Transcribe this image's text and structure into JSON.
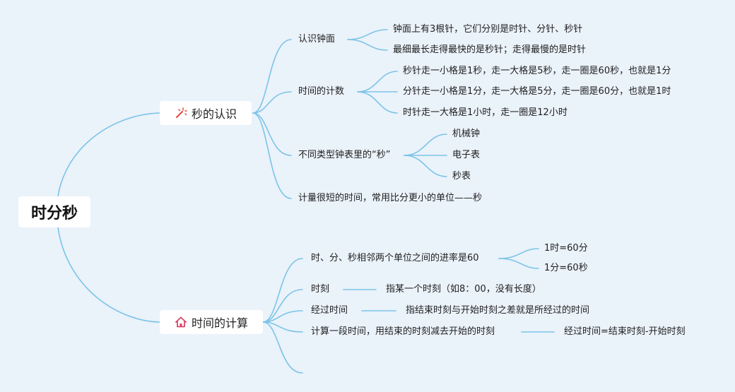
{
  "root": {
    "label": "时分秒"
  },
  "branch1": {
    "label": "秒的认识",
    "icon": "magic-wand-icon",
    "children": [
      {
        "label": "认识钟面",
        "children": [
          "钟面上有3根针，它们分别是时针、分针、秒针",
          "最细最长走得最快的是秒针；走得最慢的是时针"
        ]
      },
      {
        "label": "时间的计数",
        "children": [
          "秒针走一小格是1秒，走一大格是5秒，走一圈是60秒，也就是1分",
          "分针走一小格是1分，走一大格是5分，走一圈是60分，也就是1时",
          "时针走一大格是1小时，走一圈是12小时"
        ]
      },
      {
        "label": "不同类型钟表里的“秒”",
        "children": [
          "机械钟",
          "电子表",
          "秒表"
        ]
      },
      {
        "label": "计量很短的时间，常用比分更小的单位——秒"
      }
    ]
  },
  "branch2": {
    "label": "时间的计算",
    "icon": "house-icon",
    "children": [
      {
        "label": "时、分、秒相邻两个单位之间的进率是60",
        "children": [
          "1时=60分",
          "1分=60秒"
        ]
      },
      {
        "label": "时刻",
        "children": [
          "指某一个时刻（如8：00，没有长度）"
        ]
      },
      {
        "label": "经过时间",
        "children": [
          "指结束时刻与开始时刻之差就是所经过的时间"
        ]
      },
      {
        "label": "计算一段时间，用结束的时刻减去开始的时刻",
        "children": [
          "经过时间=结束时刻-开始时刻"
        ]
      }
    ]
  },
  "colors": {
    "line": "#7cc4e8",
    "background": "#eaf2fa",
    "icon1": "#e0443a",
    "icon2": "#d6456a"
  }
}
